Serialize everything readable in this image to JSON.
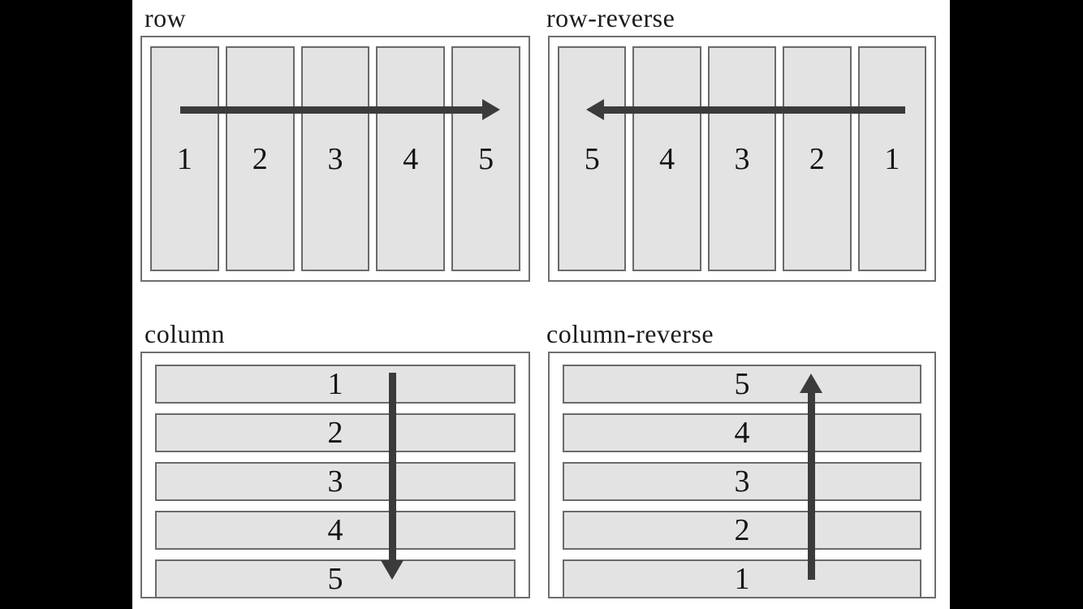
{
  "figure": {
    "description_colors": {
      "background": "#000000",
      "canvas": "#ffffff",
      "item_fill": "#e3e3e3",
      "item_border": "#6a6a6a",
      "container_border": "#6e6e6e",
      "arrow": "#3b3b3b",
      "text": "#1c1c1c"
    }
  },
  "panels": [
    {
      "label": "row",
      "direction": "row",
      "arrow": "right",
      "items": [
        "1",
        "2",
        "3",
        "4",
        "5"
      ]
    },
    {
      "label": "row-reverse",
      "direction": "row",
      "arrow": "left",
      "items": [
        "5",
        "4",
        "3",
        "2",
        "1"
      ]
    },
    {
      "label": "column",
      "direction": "column",
      "arrow": "down",
      "items": [
        "1",
        "2",
        "3",
        "4",
        "5"
      ]
    },
    {
      "label": "column-reverse",
      "direction": "column",
      "arrow": "up",
      "items": [
        "5",
        "4",
        "3",
        "2",
        "1"
      ]
    }
  ]
}
